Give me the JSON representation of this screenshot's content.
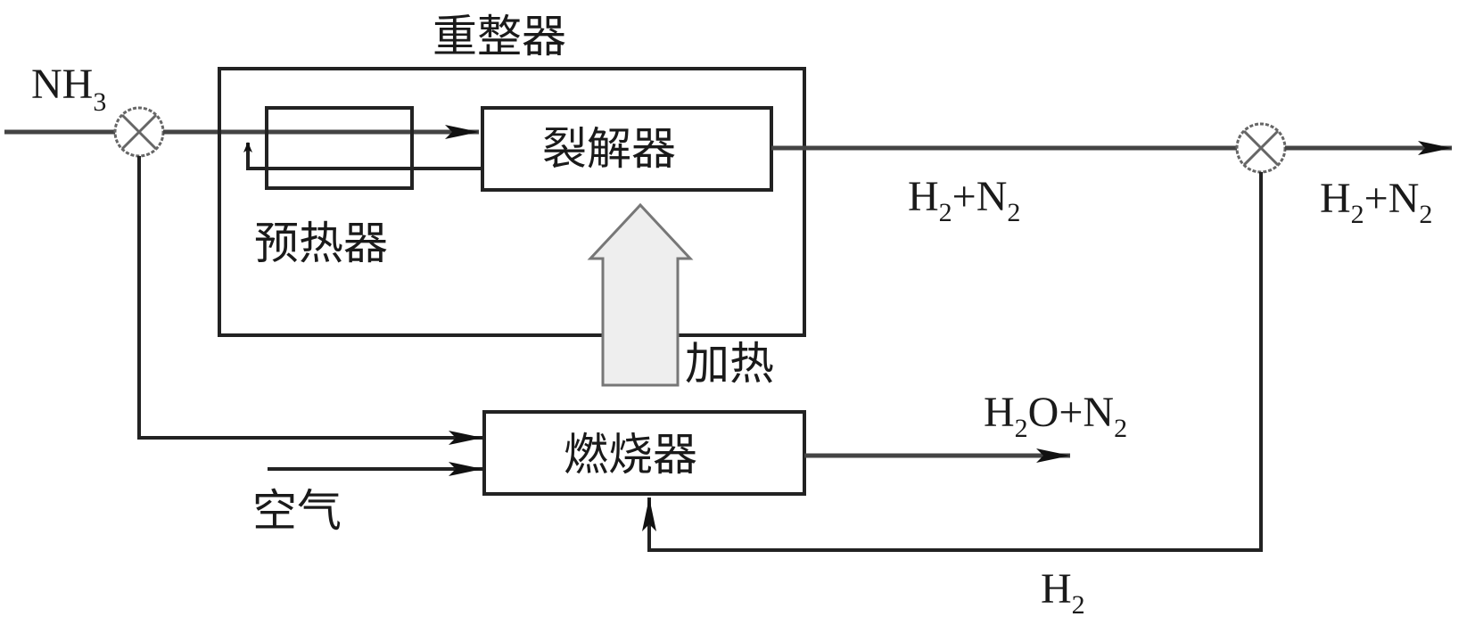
{
  "diagram": {
    "title": "重整器",
    "units": {
      "reformer": "重整器",
      "preheater": "预热器",
      "cracker": "裂解器",
      "combustor": "燃烧器"
    },
    "streams": {
      "feed": {
        "main": "NH",
        "sub": "3"
      },
      "cracker_out": {
        "h": "H",
        "h_sub": "2",
        "plus": "+N",
        "n_sub": "2"
      },
      "product": {
        "h": "H",
        "h_sub": "2",
        "plus": "+N",
        "n_sub": "2"
      },
      "exhaust": {
        "h": "H",
        "h_sub": "2",
        "rest": "O+N",
        "n_sub": "2"
      },
      "recycle": {
        "h": "H",
        "h_sub": "2"
      },
      "air": "空气",
      "heating": "加热"
    },
    "colors": {
      "line": "#222222",
      "heat_arrow_fill": "#eeeeee",
      "background": "#ffffff"
    }
  }
}
